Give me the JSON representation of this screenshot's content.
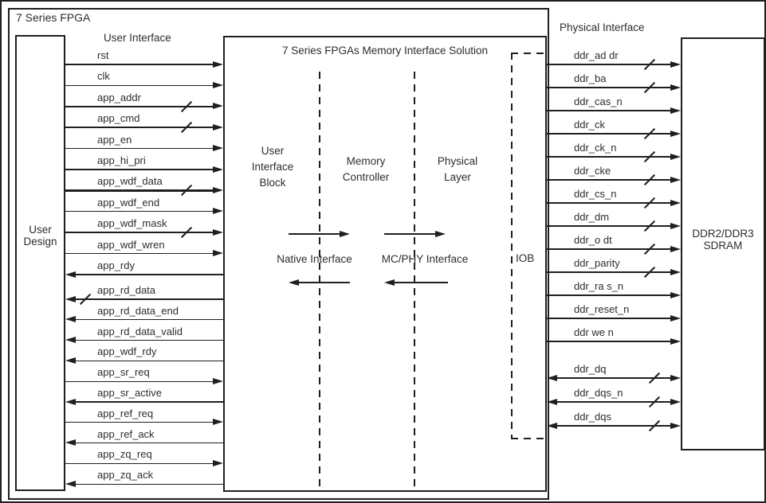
{
  "diagram": {
    "fpga_label": "7 Series FPGA",
    "user_interface_heading": "User Interface",
    "physical_interface_heading": "Physical Interface",
    "user_design_label_lines": [
      "User",
      "Design"
    ],
    "sdram_label_lines": [
      "DDR2/DDR3",
      "SDRAM"
    ],
    "center": {
      "title": "7 Series FPGAs Memory Interface Solution",
      "block_labels": [
        {
          "lines": [
            "User",
            "Interface",
            "Block"
          ]
        },
        {
          "lines": [
            "Memory",
            "Controller"
          ]
        },
        {
          "lines": [
            "Physical",
            "Layer"
          ]
        }
      ],
      "native_interface_label": "Native Interface",
      "mcphy_interface_label": "MC/PHY Interface",
      "iob_label": "IOB"
    },
    "left_signals": [
      {
        "name": "rst",
        "dir": "right",
        "bus": false
      },
      {
        "name": "clk",
        "dir": "right",
        "bus": false
      },
      {
        "name": "app_addr",
        "dir": "right",
        "bus": true
      },
      {
        "name": "app_cmd",
        "dir": "right",
        "bus": true
      },
      {
        "name": "app_en",
        "dir": "right",
        "bus": false
      },
      {
        "name": "app_hi_pri",
        "dir": "right",
        "bus": false
      },
      {
        "name": "app_wdf_data",
        "dir": "right",
        "bus": true
      },
      {
        "name": "app_wdf_end",
        "dir": "right",
        "bus": false
      },
      {
        "name": "app_wdf_mask",
        "dir": "right",
        "bus": true
      },
      {
        "name": "app_wdf_wren",
        "dir": "right",
        "bus": false
      },
      {
        "name": "app_rdy",
        "dir": "left",
        "bus": false
      },
      {
        "name": "app_rd_data",
        "dir": "left",
        "bus": true
      },
      {
        "name": "app_rd_data_end",
        "dir": "left",
        "bus": false
      },
      {
        "name": "app_rd_data_valid",
        "dir": "left",
        "bus": false
      },
      {
        "name": "app_wdf_rdy",
        "dir": "left",
        "bus": false
      },
      {
        "name": "app_sr_req",
        "dir": "right",
        "bus": false
      },
      {
        "name": "app_sr_active",
        "dir": "left",
        "bus": false
      },
      {
        "name": "app_ref_req",
        "dir": "right",
        "bus": false
      },
      {
        "name": "app_ref_ack",
        "dir": "left",
        "bus": false
      },
      {
        "name": "app_zq_req",
        "dir": "right",
        "bus": false
      },
      {
        "name": "app_zq_ack",
        "dir": "left",
        "bus": false
      }
    ],
    "right_signals": [
      {
        "name": "ddr_ad dr",
        "dir": "right",
        "bus": true
      },
      {
        "name": "ddr_ba",
        "dir": "right",
        "bus": true
      },
      {
        "name": "ddr_cas_n",
        "dir": "right",
        "bus": false
      },
      {
        "name": "ddr_ck",
        "dir": "right",
        "bus": true
      },
      {
        "name": "ddr_ck_n",
        "dir": "right",
        "bus": true
      },
      {
        "name": "ddr_cke",
        "dir": "right",
        "bus": true
      },
      {
        "name": "ddr_cs_n",
        "dir": "right",
        "bus": true
      },
      {
        "name": "ddr_dm",
        "dir": "right",
        "bus": true
      },
      {
        "name": "ddr_o dt",
        "dir": "right",
        "bus": true
      },
      {
        "name": "ddr_parity",
        "dir": "right",
        "bus": true
      },
      {
        "name": "ddr_ra s_n",
        "dir": "right",
        "bus": false
      },
      {
        "name": "ddr_reset_n",
        "dir": "right",
        "bus": false
      },
      {
        "name": "ddr we n",
        "dir": "right",
        "bus": false
      },
      {
        "name": "ddr_dq",
        "dir": "both",
        "bus": true
      },
      {
        "name": "ddr_dqs_n",
        "dir": "both",
        "bus": true
      },
      {
        "name": "ddr_dqs",
        "dir": "both",
        "bus": true
      }
    ],
    "colors": {
      "line": "#1f1f1f",
      "text": "#2d2d2d",
      "background": "#ffffff"
    }
  }
}
